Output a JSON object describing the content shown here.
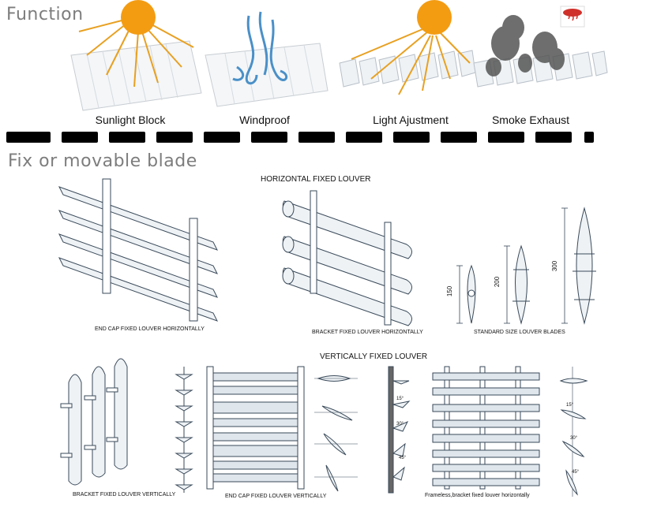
{
  "sections": {
    "function_title": "Function",
    "blade_title": "Fix or movable blade"
  },
  "functions": [
    {
      "label": "Sunlight Block",
      "icon": "sun-icon"
    },
    {
      "label": "Windproof",
      "icon": "wind-icon"
    },
    {
      "label": "Light Ajustment",
      "icon": "sun-icon"
    },
    {
      "label": "Smoke Exhaust",
      "icon": "smoke-detector-icon"
    }
  ],
  "diagrams": {
    "horizontal_heading": "HORIZONTAL FIXED LOUVER",
    "vertical_heading": "VERTICALLY FIXED LOUVER",
    "captions": {
      "end_cap_horizontal": "END CAP FIXED LOUVER HORIZONTALLY",
      "bracket_horizontal": "BRACKET FIXED LOUVER HORIZONTALLY",
      "standard_blades": "STANDARD SIZE LOUVER BLADES",
      "bracket_vertical": "BRACKET FIXED LOUVER VERTICALLY",
      "end_cap_vertical": "END CAP FIXED LOUVER VERTICALLY",
      "frameless_horizontal": "Frameless,bracket fixed louver horizontally"
    },
    "blade_sizes": [
      "150",
      "200",
      "300"
    ],
    "angles": [
      "15°",
      "30°",
      "45°"
    ]
  },
  "colors": {
    "sun": "#f39c12",
    "ray": "#e8a020",
    "wind": "#4a90c8",
    "smoke": "#555555",
    "line": "#3a4a5a",
    "slat": "#c9d3dc",
    "slat_fill": "#eef2f5"
  }
}
